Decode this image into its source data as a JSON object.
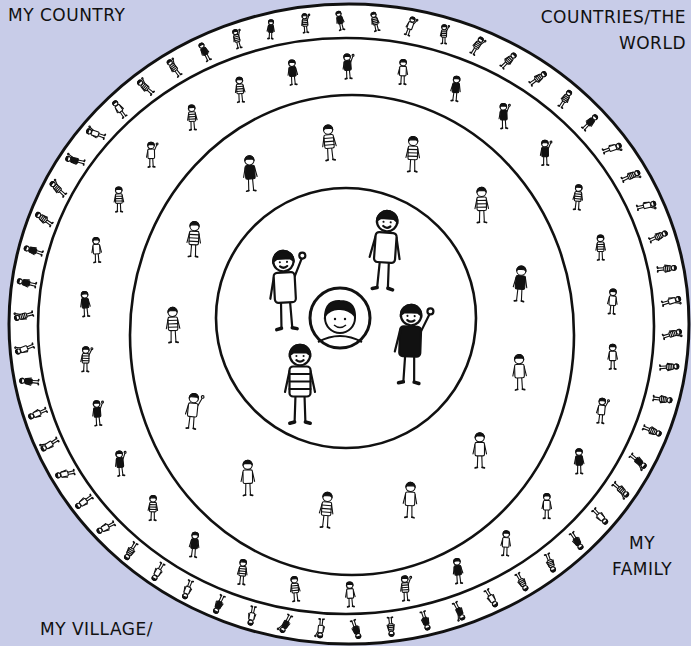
{
  "diagram": {
    "labels": [
      "MY COUNTRY",
      "COUNTRIES/THE WORLD",
      "MY FAMILY",
      "MY VILLAGE/"
    ]
  }
}
